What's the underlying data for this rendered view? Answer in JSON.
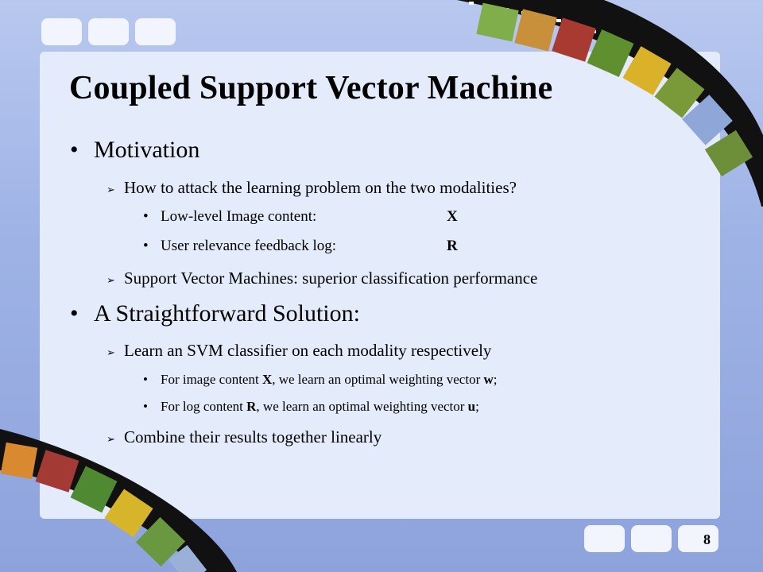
{
  "slide": {
    "title": "Coupled Support Vector Machine",
    "page_number": "8",
    "sections": [
      {
        "heading": "Motivation",
        "items": [
          {
            "text": "How to attack the learning problem on the two modalities?",
            "sub": [
              {
                "label": "Low-level Image content:",
                "value": "X"
              },
              {
                "label": "User relevance feedback log:",
                "value": "R"
              }
            ]
          },
          {
            "text": "Support Vector Machines: superior classification performance"
          }
        ]
      },
      {
        "heading": "A Straightforward Solution:",
        "items": [
          {
            "text": "Learn an SVM classifier on each modality respectively",
            "sub": [
              {
                "a": "For image content ",
                "b": "X",
                "c": ", we learn an optimal weighting vector ",
                "d": "w",
                "e": ";"
              },
              {
                "a": "For log content ",
                "b": "R",
                "c": ", we learn an optimal weighting vector ",
                "d": "u",
                "e": ";"
              }
            ]
          },
          {
            "text": "Combine their results together linearly"
          }
        ]
      }
    ]
  },
  "decor": {
    "tab_color": "#f2f5fd",
    "panel_color": "#e4ebfa",
    "film_color": "#111111"
  }
}
